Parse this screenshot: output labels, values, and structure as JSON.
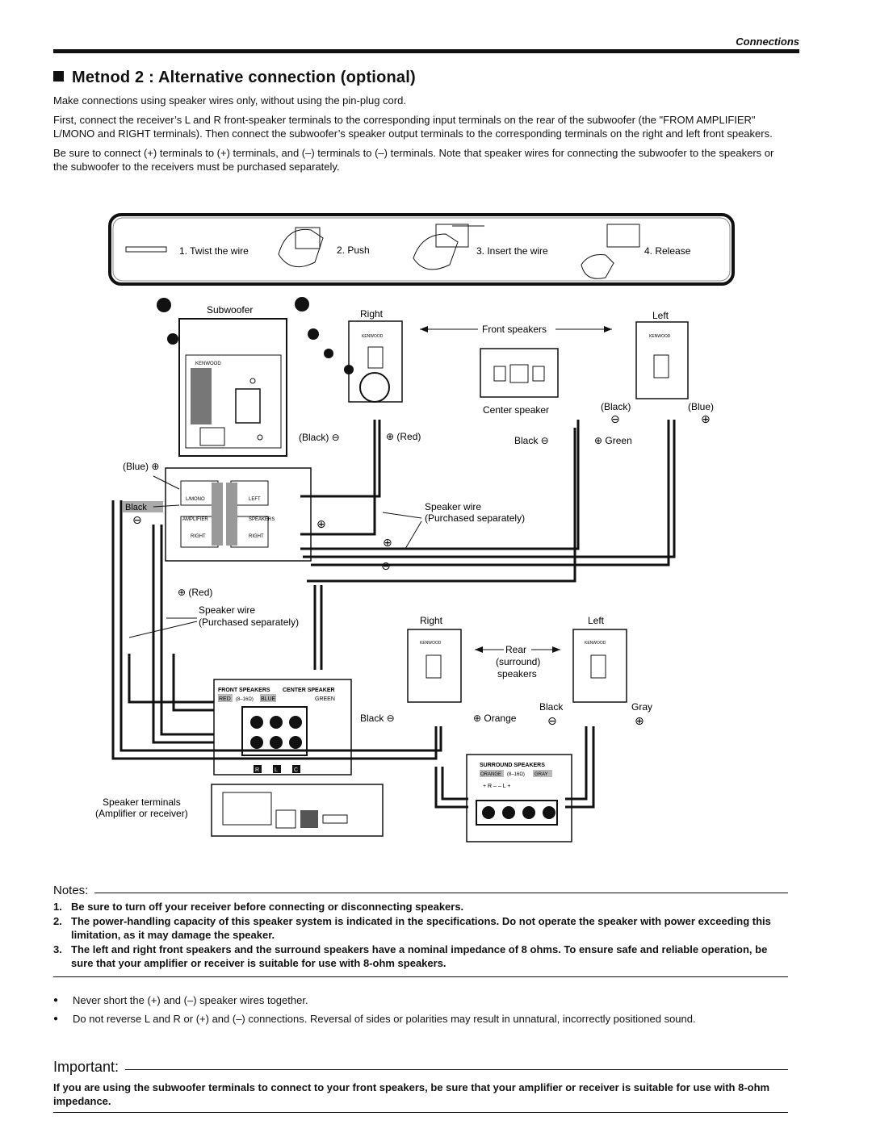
{
  "header": {
    "section": "Connections"
  },
  "title": "Metnod 2 : Alternative connection (optional)",
  "intro": [
    "Make connections using speaker wires only, without using the pin-plug cord.",
    "First, connect the receiver’s L and R front-speaker terminals to the corresponding input terminals on the rear of the subwoofer (the \"FROM AMPLIFIER\" L/MONO and RIGHT terminals). Then connect the subwoofer’s speaker output terminals to the corresponding terminals on the right and left front speakers.",
    "Be sure to connect (+) terminals to (+) terminals, and (–) terminals to (–) terminals. Note that speaker wires for connecting the subwoofer to the speakers or the subwoofer to the receivers must be purchased separately."
  ],
  "steps": [
    "1. Twist the wire",
    "2. Push",
    "3. Insert the wire",
    "4. Release"
  ],
  "diagram": {
    "subwoofer": "Subwoofer",
    "right": "Right",
    "left": "Left",
    "front_speakers": "Front speakers",
    "center_speaker": "Center speaker",
    "black_paren": "(Black)",
    "blue_paren": "(Blue)",
    "black_minus": "Black ⊖",
    "green_plus": "⊕ Green",
    "black_left": "(Black) ⊖",
    "red_plus": "⊕ (Red)",
    "blue_sub": "(Blue) ⊕",
    "black_sub": "Black",
    "speaker_wire": "Speaker wire",
    "purchased": "(Purchased separately)",
    "red_sub": "⊕ (Red)",
    "rear": "Rear",
    "surround": "(surround)",
    "speakers": "speakers",
    "black_rear": "Black",
    "gray": "Gray",
    "black_rear_right": "Black ⊖",
    "orange": "⊕ Orange",
    "speaker_terminals": "Speaker terminals",
    "amplifier": "(Amplifier or receiver)",
    "front_speakers_panel": "FRONT SPEAKERS",
    "center_panel": "CENTER SPEAKER",
    "panel_red": "RED",
    "panel_blue": "BLUE",
    "panel_green": "GREEN",
    "ohm_range": "(8–16Ω)",
    "surround_panel": "SURROUND SPEAKERS",
    "panel_orange": "ORANGE",
    "panel_gray": "GRAY",
    "kenwood": "KENWOOD",
    "lmono": "L/MONO",
    "left_small": "LEFT",
    "right_small": "RIGHT",
    "amplifier_small": "AMPLIFIER",
    "speakers_small": "SPEAKERS",
    "rlc_r": "R",
    "rlc_l": "L",
    "rlc_c": "C",
    "plus_r_minus_l_plus": "+ R –  – L +"
  },
  "notes_label": "Notes:",
  "notes": [
    "Be sure to turn off your receiver before connecting or disconnecting speakers.",
    "The power-handling capacity of this speaker system is indicated in the specifications. Do not operate the speaker with power exceeding this limitation, as it may damage the speaker.",
    "The left and right front speakers and the surround speakers have a nominal impedance of 8 ohms. To ensure safe and reliable operation, be sure that your amplifier or receiver is suitable for use with 8-ohm speakers."
  ],
  "note_numbers": [
    "1.",
    "2.",
    "3."
  ],
  "bullets": [
    "Never short the (+) and (–) speaker wires together.",
    "Do not reverse L and R or (+) and (–) connections. Reversal of sides or polarities may result in unnatural, incorrectly positioned sound."
  ],
  "important_label": "Important:",
  "important_text": "If you are using the subwoofer terminals to connect to your front speakers, be sure that your amplifier or receiver is suitable for use with 8-ohm impedance."
}
